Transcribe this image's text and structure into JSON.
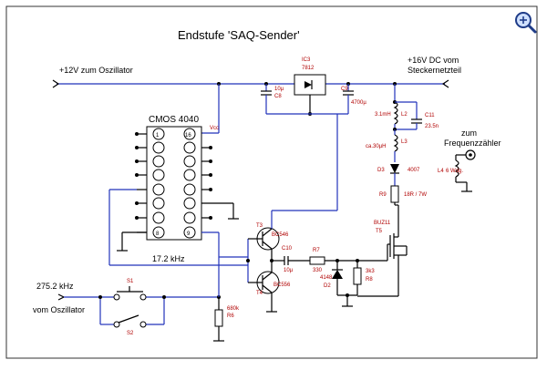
{
  "title": "Endstufe 'SAQ-Sender'",
  "zoom_icon": "magnifier-plus-icon",
  "supply": {
    "left_label": "+12V zum Oszillator",
    "right_label_1": "+16V DC vom",
    "right_label_2": "Steckernetzteil"
  },
  "ic": {
    "name": "CMOS 4040",
    "pin1": "1",
    "pin16": "16",
    "pin8": "8",
    "pin9": "9",
    "vcc": "Vcc"
  },
  "regulator": {
    "ref": "IC3",
    "type": "7812"
  },
  "c8": {
    "value": "10µ",
    "ref": "C8"
  },
  "c9": {
    "ref": "C9",
    "value": "4700µ"
  },
  "l2": {
    "value": "3.1mH",
    "ref": "L2"
  },
  "c11": {
    "ref": "C11",
    "value": "23.5n"
  },
  "l3": {
    "ref": "L3",
    "value": "ca.30µH"
  },
  "d3": {
    "ref": "D3",
    "type": "4007"
  },
  "frequency_counter": {
    "line1": "zum",
    "line2": "Frequenzzähler"
  },
  "l4": {
    "ref": "L4",
    "value": "6 Wdg."
  },
  "r9": {
    "ref": "R9",
    "value": "18R / 7W"
  },
  "t5": {
    "type": "BUZ11",
    "ref": "T5"
  },
  "t3": {
    "ref": "T3",
    "type": "BC546"
  },
  "t4": {
    "ref": "T4",
    "type": "BC556"
  },
  "c10": {
    "ref": "C10",
    "value": "10µ"
  },
  "r7": {
    "ref": "R7",
    "value": "330"
  },
  "d2": {
    "type": "4148",
    "ref": "D2"
  },
  "r8": {
    "value": "3k3",
    "ref": "R8"
  },
  "r6": {
    "value": "680k",
    "ref": "R6"
  },
  "freq_17": "17.2 kHz",
  "input": {
    "freq": "275.2 kHz",
    "source": "vom Oszillator"
  },
  "s1": "S1",
  "s2": "S2"
}
